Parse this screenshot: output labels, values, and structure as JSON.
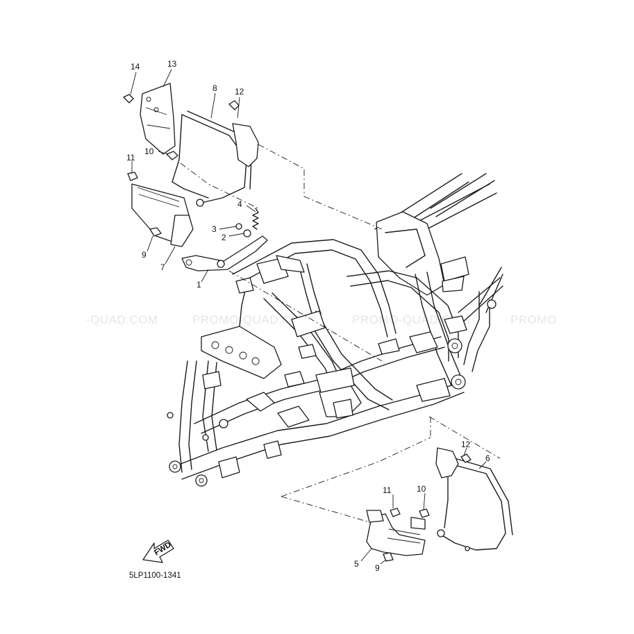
{
  "diagram": {
    "callouts": {
      "c1": "1",
      "c2": "2",
      "c3": "3",
      "c4": "4",
      "c5": "5",
      "c6": "6",
      "c7": "7",
      "c8": "8",
      "c9a": "9",
      "c9b": "9",
      "c10a": "10",
      "c10b": "10",
      "c11a": "11",
      "c11b": "11",
      "c12a": "12",
      "c12b": "12",
      "c13": "13",
      "c14": "14"
    },
    "watermark": [
      "-QUAD.COM",
      "PROMO-QUAD.COM",
      "PROMO-QUAD.COM",
      "PROMO"
    ],
    "fwd_label": "FWD",
    "part_code": "5LP1100-1341",
    "fwd_icon": "fwd-arrow-icon"
  }
}
